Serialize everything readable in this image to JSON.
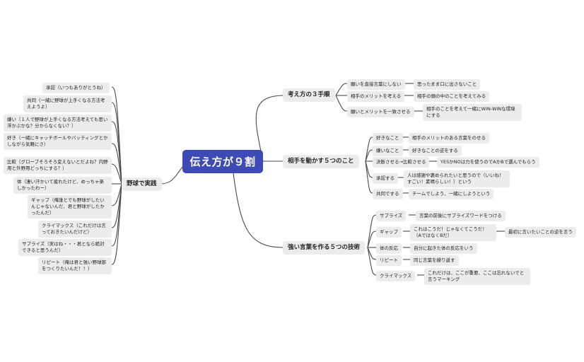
{
  "root": "伝え方が９割",
  "branches": {
    "kangaekata": {
      "title": "考え方の３手順",
      "items": [
        {
          "label": "願いを直接言葉にしない",
          "note": "思ったまま口に出さないこと"
        },
        {
          "label": "相手のメリットを考える",
          "note": "相手の頭の中のことを考えてみる"
        },
        {
          "label": "願いとメリットを一致させる",
          "note": "相手のことを考えて一緒にWIN-WINな環境にする"
        }
      ]
    },
    "ugokasu": {
      "title": "相手を動かす５つのこと",
      "items": [
        {
          "label": "好きなこと",
          "note": "相手のメリットのある言葉をのせる"
        },
        {
          "label": "嫌いなこと",
          "note": "好きなことの逆をする"
        },
        {
          "label": "決断させる→比較させる",
          "note": "YESかNOは力を使うのでAかBで選んでもらう"
        },
        {
          "label": "承認する",
          "note": "人は感謝や褒められたいと思うので（いいね！すごい！素晴らしい！）という"
        },
        {
          "label": "共同でする",
          "note": "チームでしよう、一緒にしようという"
        }
      ]
    },
    "tsuyoi": {
      "title": "強い言葉を作る５つの技術",
      "items": [
        {
          "label": "サプライズ",
          "note": "言葉の前後にサプライズワードをつける"
        },
        {
          "label": "ギャップ",
          "note": "これはこうだ！じゃなくてこうだ！（AではなくBだ）",
          "extra": "最初に言いたいことの逆を言う"
        },
        {
          "label": "体の反応",
          "note": "自分に起きた体の反応をいう"
        },
        {
          "label": "リピート",
          "note": "同じ言葉を繰り返す"
        },
        {
          "label": "クライマックス",
          "note": "これだけは、ここが重要、ここは忘れないでと言うマーキング"
        }
      ]
    },
    "yakyu": {
      "title": "野球で実践",
      "items": [
        "承認（いつもありがとうね）",
        "共同（一緒に野球が上手くなる方法考えようよ）",
        "嫌い（１人で野球が上手くなる方法考えても思い浮かぶかな？分からなくない？）",
        "好き（一緒にキャッチボールやバッティングとかしながら気軽にさ）",
        "比較（グローブそろそろ変えないとだよね？内野用と外野用どっちにする？）",
        "体（凄い汗かいて疲れたけど、めっちゃ楽しかったわー）",
        "ギャップ（俺誰とでも野球がしたいんじゃないんだ、君と野球がしたかったんだ）",
        "クライマックス（これだけは言っておきたいんだけど）",
        "サプライズ（実はね・・・君となら絶対できると思うんだ）",
        "リピート（俺は君と強い野球部をつくりたいんだ！！）"
      ]
    }
  }
}
